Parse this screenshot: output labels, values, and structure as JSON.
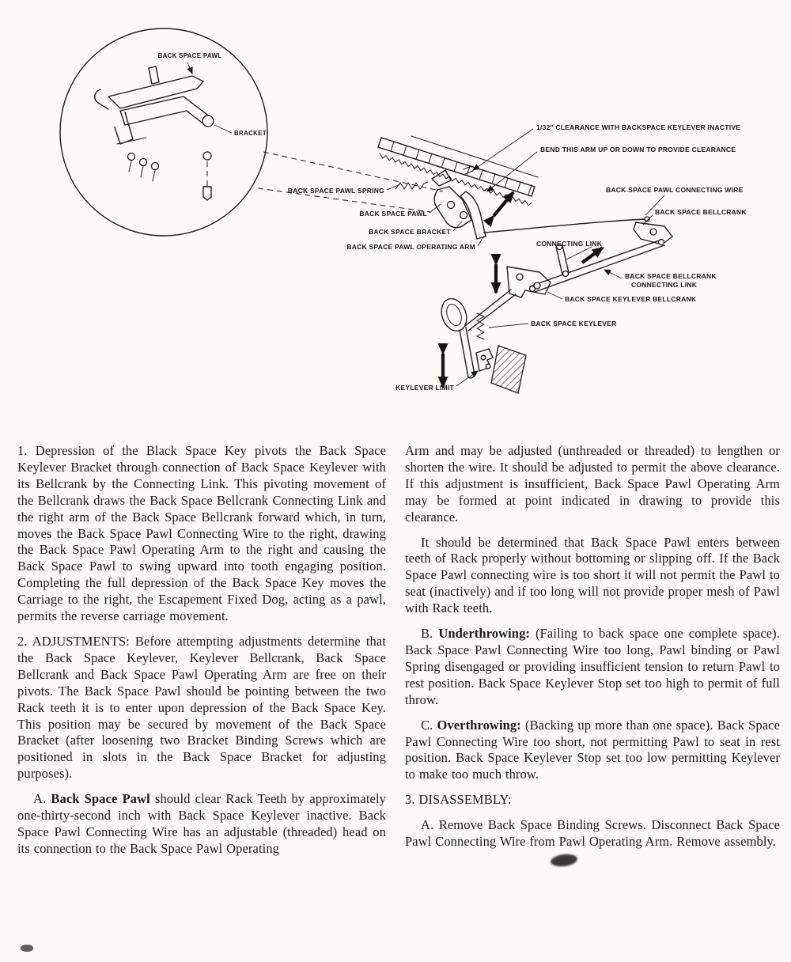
{
  "page": {
    "background": "#fbfaf7",
    "ink": "#1b1b1b"
  },
  "figure": {
    "detail": {
      "pawl_label": "BACK SPACE PAWL",
      "bracket_label": "BRACKET"
    },
    "labels": {
      "clearance_note": "1/32\" CLEARANCE WITH BACKSPACE KEYLEVER INACTIVE",
      "bend_note": "BEND THIS ARM UP OR DOWN TO PROVIDE CLEARANCE",
      "pawl_spring": "BACK SPACE PAWL SPRING",
      "pawl_connecting_wire": "BACK SPACE PAWL CONNECTING WIRE",
      "pawl": "BACK SPACE PAWL",
      "bellcrank": "BACK SPACE BELLCRANK",
      "bracket": "BACK SPACE BRACKET",
      "pawl_operating_arm": "BACK SPACE PAWL OPERATING ARM",
      "connecting_link": "CONNECTING LINK",
      "bellcrank_connecting_link_line1": "BACK SPACE BELLCRANK",
      "bellcrank_connecting_link_line2": "CONNECTING LINK",
      "keylever_bellcrank": "BACK SPACE KEYLEVER BELLCRANK",
      "keylever": "BACK SPACE KEYLEVER",
      "keylever_limit": "KEYLEVER LIMIT"
    }
  },
  "columns": {
    "left": {
      "p1_num": "1.",
      "p1": "Depression of the Black Space Key pivots the Back Space Keylever Bracket through connection of Back Space Keylever with its Bellcrank by the Connecting Link. This pivoting movement of the Bellcrank draws the Back Space Bellcrank Connecting Link and the right arm of the Back Space Bellcrank forward which, in turn, moves the Back Space Pawl Connecting Wire to the right, drawing the Back Space Pawl Operating Arm to the right and causing the Back Space Pawl to swing upward into tooth engaging position. Completing the full depression of the Back Space Key moves the Carriage to the right, the Escapement Fixed Dog, acting as a pawl, permits the reverse carriage movement.",
      "p2_num": "2.",
      "p2": "ADJUSTMENTS: Before attempting adjustments determine that the Back Space Keylever, Keylever Bellcrank, Back Space Bellcrank and Back Space Pawl Operating Arm are free on their pivots. The Back Space Pawl should be pointing between the two Rack teeth it is to enter upon depression of the Back Space Key. This position may be secured by movement of the Back Space Bracket (after loosening two Bracket Binding Screws which are positioned in slots in the Back Space Bracket for adjusting purposes).",
      "p3_num": "A.",
      "p3_bold": "Back Space Pawl",
      "p3": "should clear Rack Teeth by approximately one-thirty-second inch with Back Space Keylever inactive. Back Space Pawl Connecting Wire has an adjustable (threaded) head on its connection to the Back Space Pawl Operating"
    },
    "right": {
      "p1": "Arm and may be adjusted (unthreaded or threaded) to lengthen or shorten the wire. It should be adjusted to permit the above clearance. If this adjustment is insufficient, Back Space Pawl Operating Arm may be formed at point indicated in drawing to provide this clearance.",
      "p2": "It should be determined that Back Space Pawl enters between teeth of Rack properly without bottoming or slipping off. If the Back Space Pawl connecting wire is too short it will not permit the Pawl to seat (inactively) and if too long will not provide proper mesh of Pawl with Rack teeth.",
      "p3_num": "B.",
      "p3_bold": "Underthrowing:",
      "p3": "(Failing to back space one complete space). Back Space Pawl Connecting Wire too long, Pawl binding or Pawl Spring disengaged or providing insufficient tension to return Pawl to rest position. Back Space Keylever Stop set too high to permit of full throw.",
      "p4_num": "C.",
      "p4_bold": "Overthrowing:",
      "p4": "(Backing up more than one space). Back Space Pawl Connecting Wire too short, not permitting Pawl to seat in rest position. Back Space Keylever Stop set too low permitting Keylever to make too much throw.",
      "p5_num": "3.",
      "p5": "DISASSEMBLY:",
      "p6_num": "A.",
      "p6": "Remove Back Space Binding Screws. Disconnect Back Space Pawl Connecting Wire from Pawl Operating Arm. Remove assembly."
    }
  }
}
